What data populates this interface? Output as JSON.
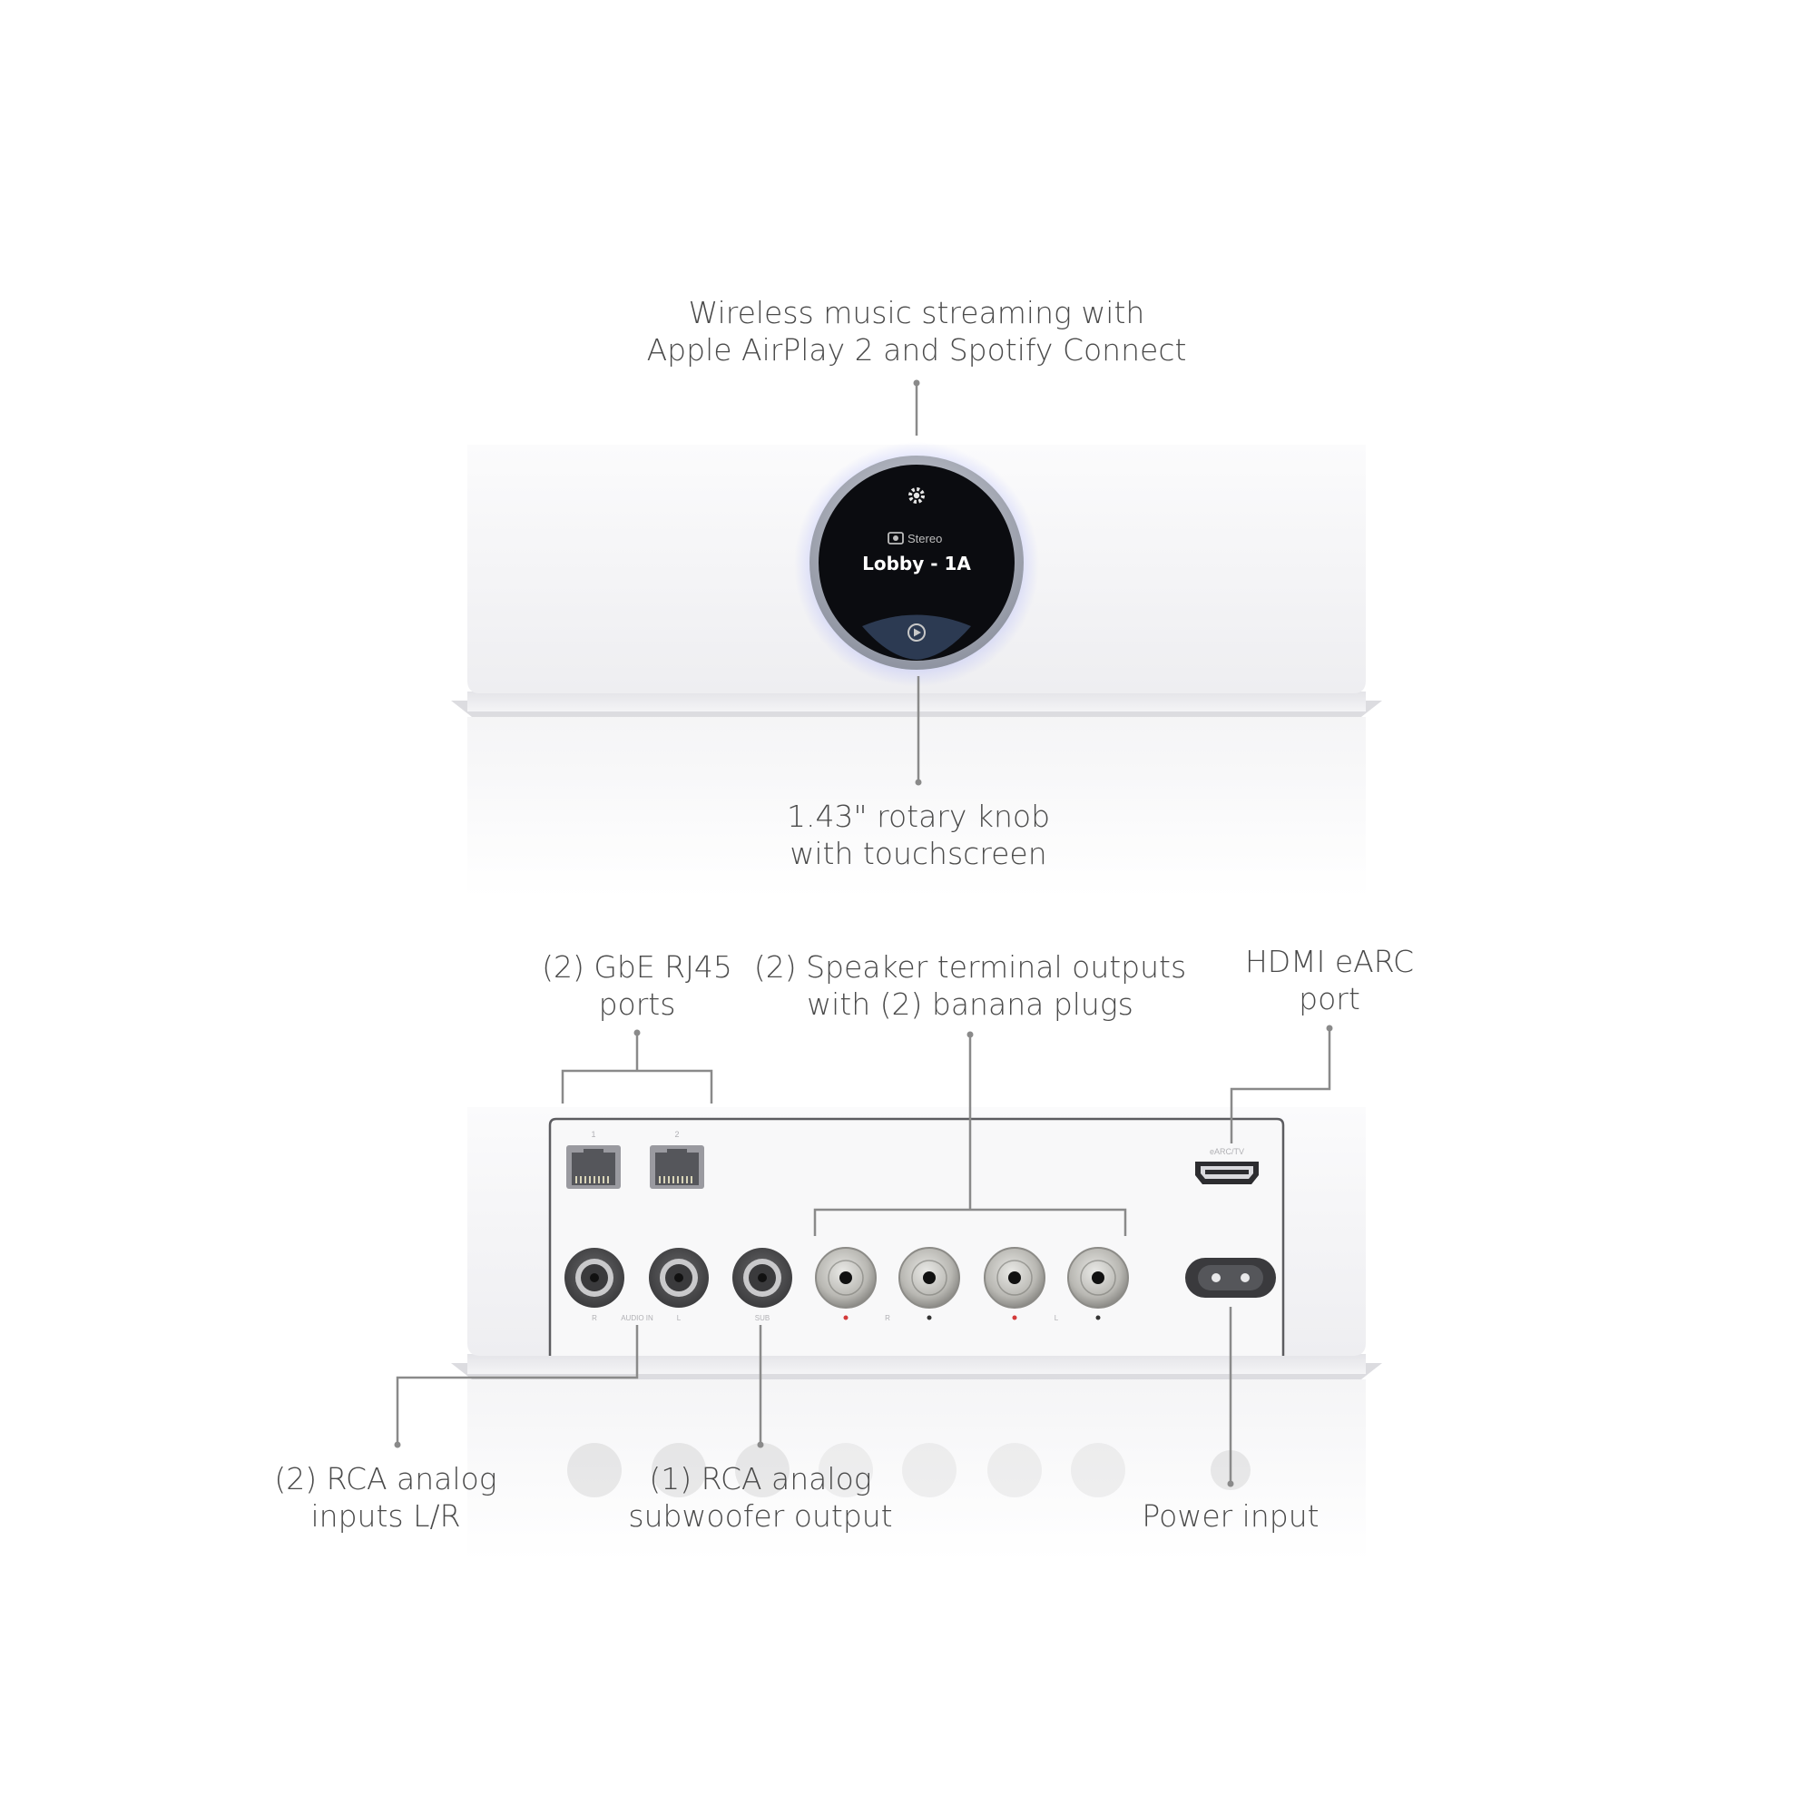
{
  "front_view": {
    "callouts": {
      "streaming": {
        "line1": "Wireless music streaming with",
        "line2": "Apple AirPlay 2 and Spotify Connect"
      },
      "knob": {
        "line1": "1.43\" rotary knob",
        "line2": "with touchscreen"
      }
    },
    "screen": {
      "settings_icon": "gear-icon",
      "source_icon": "speaker-icon",
      "mode_text": "Stereo",
      "zone_name": "Lobby - 1A",
      "play_icon": "play-icon"
    },
    "glow_color": "#6f7cff"
  },
  "rear_view": {
    "callouts": {
      "rj45": {
        "line1": "(2) GbE RJ45",
        "line2": "ports"
      },
      "speaker": {
        "line1": "(2) Speaker terminal outputs",
        "line2": "with (2) banana plugs"
      },
      "hdmi": {
        "line1": "HDMI eARC",
        "line2": "port"
      },
      "rca_inputs": {
        "line1": "(2) RCA analog",
        "line2": "inputs L/R"
      },
      "subwoofer": {
        "line1": "(1) RCA analog",
        "line2": "subwoofer output"
      },
      "power": {
        "line1": "Power input",
        "line2": ""
      }
    },
    "port_labels": {
      "lan1": "1",
      "lan2": "2",
      "rca_r": "R",
      "audio_in": "AUDIO IN",
      "rca_l": "L",
      "sub": "SUB",
      "spk_r": "R",
      "spk_l": "L",
      "hdmi": "eARC/TV"
    },
    "terminal_polarity_color": "#d33a3a"
  }
}
